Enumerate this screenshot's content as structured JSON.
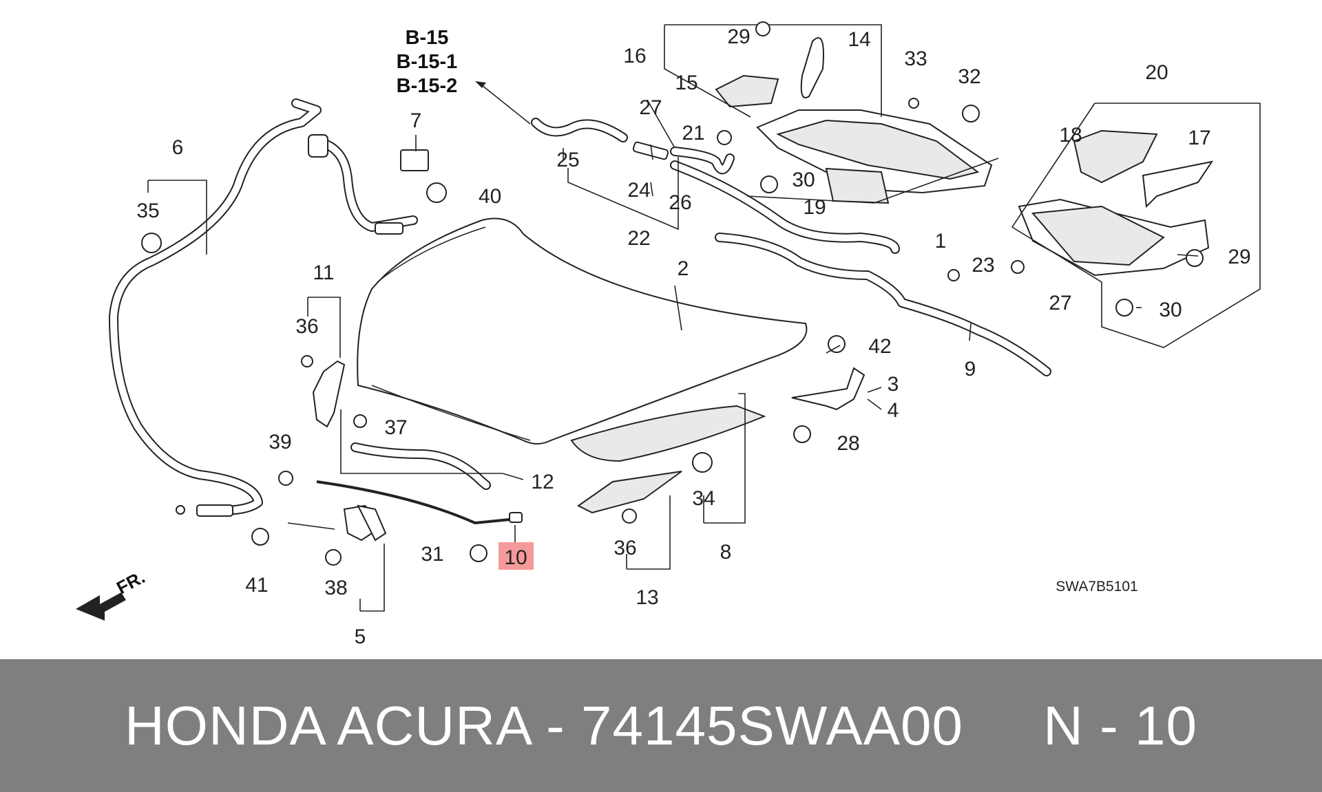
{
  "diagram": {
    "ref_lines": [
      "B-15",
      "B-15-1",
      "B-15-2"
    ],
    "drawing_code": "SWA7B5101",
    "front_indicator": "FR.",
    "highlight_color": "#f59a9a",
    "labels": {
      "p1": "1",
      "p2": "2",
      "p3": "3",
      "p4": "4",
      "p5": "5",
      "p6": "6",
      "p7": "7",
      "p8": "8",
      "p9": "9",
      "p10": "10",
      "p11": "11",
      "p12": "12",
      "p13": "13",
      "p14": "14",
      "p15": "15",
      "p16": "16",
      "p17": "17",
      "p18": "18",
      "p19": "19",
      "p20": "20",
      "p21": "21",
      "p22": "22",
      "p23": "23",
      "p24": "24",
      "p25": "25",
      "p26": "26",
      "p27a": "27",
      "p27b": "27",
      "p28": "28",
      "p29a": "29",
      "p29b": "29",
      "p30a": "30",
      "p30b": "30",
      "p31": "31",
      "p32": "32",
      "p33": "33",
      "p34": "34",
      "p35": "35",
      "p36a": "36",
      "p36b": "36",
      "p37": "37",
      "p38": "38",
      "p39": "39",
      "p40": "40",
      "p41": "41",
      "p42": "42"
    }
  },
  "footer": {
    "text": "HONDA ACURA - 74145SWAA00     N - 10"
  }
}
